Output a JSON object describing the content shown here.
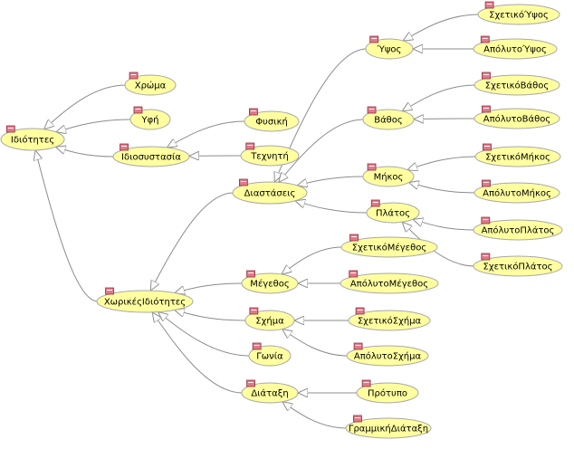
{
  "colors": {
    "node_fill": "#ffffa0",
    "node_stroke": "#a8a8a8",
    "edge": "#8c8c8c",
    "arrow_fill": "#ffffff",
    "tag_fill": "#e07a8a",
    "tag_stroke": "#903040",
    "expand_marker": "#000000"
  },
  "icons": {
    "class_tag": "class-tag-icon",
    "expand_marker": "expand-triangle-icon"
  },
  "nodes": [
    {
      "id": "idiotites",
      "label": "Ιδιότητες",
      "root": true
    },
    {
      "id": "xroma",
      "label": "Χρώμα"
    },
    {
      "id": "ifi",
      "label": "Υφή"
    },
    {
      "id": "idiosystasia",
      "label": "Ιδιοσυστασία"
    },
    {
      "id": "fysiki",
      "label": "Φυσική"
    },
    {
      "id": "texniti",
      "label": "Τεχνητή"
    },
    {
      "id": "diastaseis",
      "label": "Διαστάσεις"
    },
    {
      "id": "ypsos",
      "label": "Ύψος"
    },
    {
      "id": "sxetikoypsos",
      "label": "ΣχετικόΎψος"
    },
    {
      "id": "apolytoypsos",
      "label": "ΑπόλυτοΎψος"
    },
    {
      "id": "vathos",
      "label": "Βάθος"
    },
    {
      "id": "sxetikovathos",
      "label": "ΣχετικόΒάθος"
    },
    {
      "id": "apolytovathos",
      "label": "ΑπόλυτοΒάθος"
    },
    {
      "id": "mikos",
      "label": "Μήκος"
    },
    {
      "id": "sxetikomikos",
      "label": "ΣχετικόΜήκος"
    },
    {
      "id": "apolytomikos",
      "label": "ΑπόλυτοΜήκος"
    },
    {
      "id": "platos",
      "label": "Πλάτος"
    },
    {
      "id": "apolytoplatos",
      "label": "ΑπόλυτοΠλάτος"
    },
    {
      "id": "sxetikoplatos",
      "label": "ΣχετικόΠλάτος"
    },
    {
      "id": "xorikes",
      "label": "ΧωρικέςΙδιότητες"
    },
    {
      "id": "megethos",
      "label": "Μέγεθος"
    },
    {
      "id": "sxetikomegethos",
      "label": "ΣχετικόΜέγεθος"
    },
    {
      "id": "apolytomegethos",
      "label": "ΑπόλυτοΜέγεθος"
    },
    {
      "id": "sxima",
      "label": "Σχήμα"
    },
    {
      "id": "sxetikosxima",
      "label": "ΣχετικόΣχήμα"
    },
    {
      "id": "apolytosxima",
      "label": "ΑπόλυτοΣχήμα"
    },
    {
      "id": "gonia",
      "label": "Γωνία"
    },
    {
      "id": "diataxi",
      "label": "Διάταξη"
    },
    {
      "id": "protypo",
      "label": "Πρότυπο"
    },
    {
      "id": "grammiki",
      "label": "ΓραμμικήΔιάταξη"
    }
  ],
  "edges": [
    {
      "from": "xroma",
      "to": "idiotites"
    },
    {
      "from": "ifi",
      "to": "idiotites"
    },
    {
      "from": "idiosystasia",
      "to": "idiotites"
    },
    {
      "from": "xorikes",
      "to": "idiotites"
    },
    {
      "from": "fysiki",
      "to": "idiosystasia"
    },
    {
      "from": "texniti",
      "to": "idiosystasia"
    },
    {
      "from": "diastaseis",
      "to": "xorikes"
    },
    {
      "from": "megethos",
      "to": "xorikes"
    },
    {
      "from": "sxima",
      "to": "xorikes"
    },
    {
      "from": "gonia",
      "to": "xorikes"
    },
    {
      "from": "diataxi",
      "to": "xorikes"
    },
    {
      "from": "ypsos",
      "to": "diastaseis"
    },
    {
      "from": "vathos",
      "to": "diastaseis"
    },
    {
      "from": "mikos",
      "to": "diastaseis"
    },
    {
      "from": "platos",
      "to": "diastaseis"
    },
    {
      "from": "sxetikoypsos",
      "to": "ypsos"
    },
    {
      "from": "apolytoypsos",
      "to": "ypsos"
    },
    {
      "from": "sxetikovathos",
      "to": "vathos"
    },
    {
      "from": "apolytovathos",
      "to": "vathos"
    },
    {
      "from": "sxetikomikos",
      "to": "mikos"
    },
    {
      "from": "apolytomikos",
      "to": "mikos"
    },
    {
      "from": "apolytoplatos",
      "to": "platos"
    },
    {
      "from": "sxetikoplatos",
      "to": "platos"
    },
    {
      "from": "sxetikomegethos",
      "to": "megethos"
    },
    {
      "from": "apolytomegethos",
      "to": "megethos"
    },
    {
      "from": "sxetikosxima",
      "to": "sxima"
    },
    {
      "from": "apolytosxima",
      "to": "sxima"
    },
    {
      "from": "protypo",
      "to": "diataxi"
    },
    {
      "from": "grammiki",
      "to": "diataxi"
    }
  ]
}
